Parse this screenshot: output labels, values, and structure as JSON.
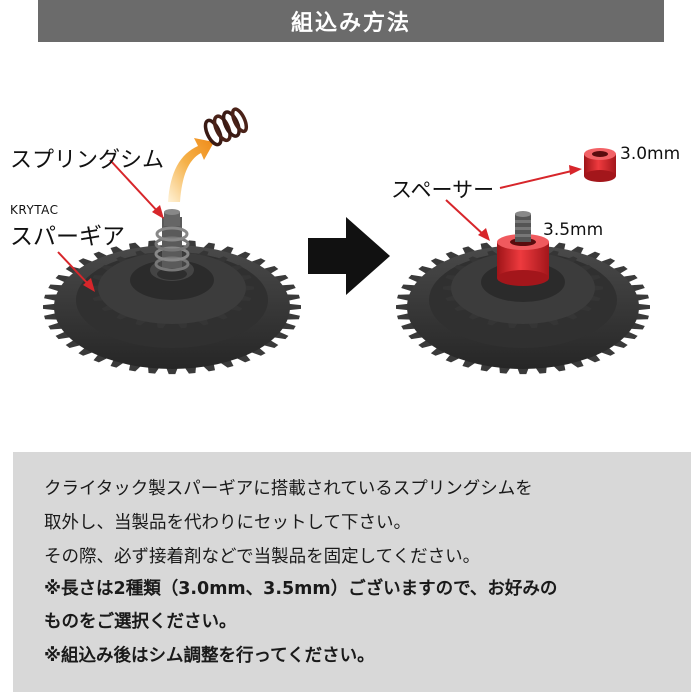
{
  "header": {
    "title": "組込み方法"
  },
  "left": {
    "spring_shim_label": "スプリングシム",
    "brand_label": "KRYTAC",
    "spur_gear_label": "スパーギア"
  },
  "right": {
    "spacer_label": "スペーサー",
    "size_30_label": "3.0mm",
    "size_35_label": "3.5mm"
  },
  "colors": {
    "header_bg": "#6b6b6b",
    "gear": "#3a3a3a",
    "arrow_orange": "#f29a2a",
    "spacer_red": "#d8232a",
    "pointer_red": "#d7262b",
    "panel_bg": "#d8d8d8"
  },
  "icons": [
    "spring-icon",
    "curved-arrow-icon",
    "right-arrow-icon",
    "spacer-icon"
  ],
  "instructions": {
    "line1": "クライタック製スパーギアに搭載されているスプリングシムを",
    "line2": "取外し、当製品を代わりにセットして下さい。",
    "line3": "その際、必ず接着剤などで当製品を固定してください。",
    "line4": "※長さは2種類（3.0mm、3.5mm）ございますので、お好みの",
    "line5": "ものをご選択ください。",
    "line6": "※組込み後はシム調整を行ってください。"
  }
}
